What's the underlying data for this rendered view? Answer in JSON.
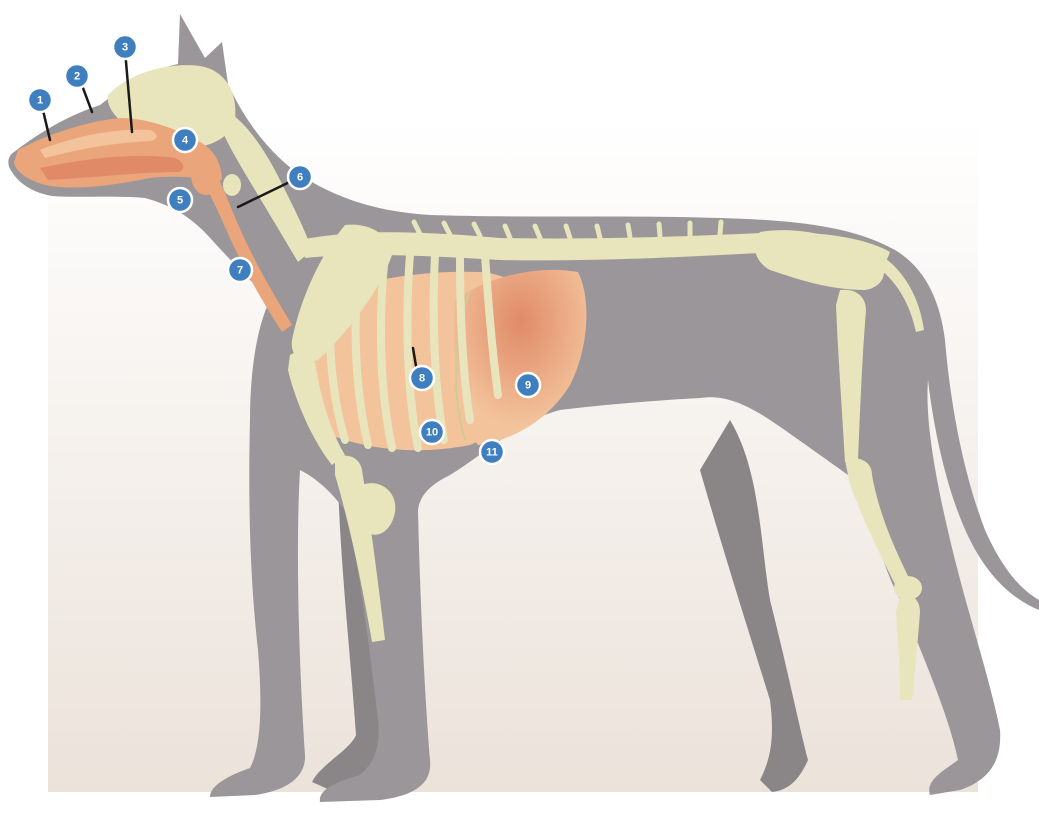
{
  "colors": {
    "background_top": "#ffffff",
    "background_bottom": "#ebe2da",
    "body": "#9a9699",
    "body_edge": "#8a8688",
    "bone": "#e8e5bd",
    "bone_edge": "#cfcb98",
    "organ": "#eba57a",
    "organ_light": "#f3c49c",
    "organ_deep": "#e08a68",
    "marker_fill": "#3f7fc0",
    "marker_ring": "#ffffff",
    "leader": "#1a1a1a"
  },
  "markers": [
    {
      "id": "mouth",
      "label": "1",
      "icon": "numbered-callout"
    },
    {
      "id": "nose-teeth",
      "label": "2",
      "icon": "numbered-callout"
    },
    {
      "id": "tongue",
      "label": "3",
      "icon": "numbered-callout"
    },
    {
      "id": "pharynx",
      "label": "4",
      "icon": "numbered-callout"
    },
    {
      "id": "larynx",
      "label": "5",
      "icon": "numbered-callout"
    },
    {
      "id": "salivary",
      "label": "6",
      "icon": "numbered-callout"
    },
    {
      "id": "esophagus",
      "label": "7",
      "icon": "numbered-callout"
    },
    {
      "id": "liver",
      "label": "8",
      "icon": "numbered-callout"
    },
    {
      "id": "diaphragm",
      "label": "9",
      "icon": "numbered-callout"
    },
    {
      "id": "stomach",
      "label": "10",
      "icon": "numbered-callout"
    },
    {
      "id": "abdomen",
      "label": "11",
      "icon": "numbered-callout"
    }
  ]
}
